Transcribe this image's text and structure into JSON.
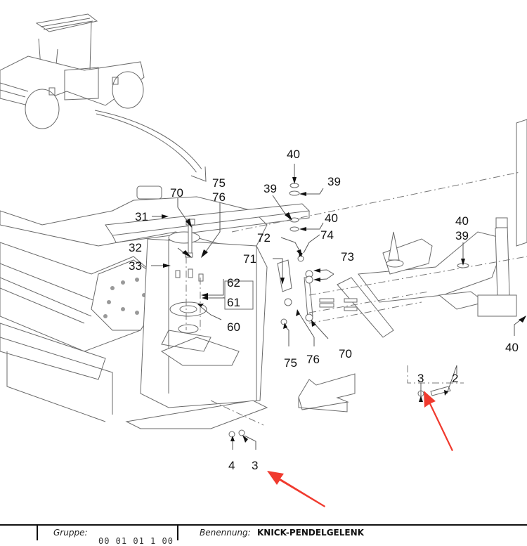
{
  "diagram": {
    "type": "exploded-parts-diagram",
    "subject": "KNICK-PENDELGELENK",
    "callouts": {
      "c40a": "40",
      "c39a": "39",
      "c39b": "39",
      "c40b": "40",
      "c75a": "75",
      "c76a": "76",
      "c70a": "70",
      "c31": "31",
      "c32": "32",
      "c33": "33",
      "c72": "72",
      "c74": "74",
      "c71": "71",
      "c73": "73",
      "c62": "62",
      "c61": "61",
      "c60": "60",
      "c75b": "75",
      "c76b": "76",
      "c70b": "70",
      "c40c": "40",
      "c39c": "39",
      "c40d": "40",
      "c3a": "3",
      "c2": "2",
      "c4": "4",
      "c3b": "3"
    },
    "highlight_color": "#f03a2e",
    "highlighted_parts": [
      "3",
      "3"
    ]
  },
  "title_block": {
    "group_label": "Gruppe:",
    "group_value_partial": "00 01 01 1 00",
    "name_label": "Benennung:",
    "name_value": "KNICK-PENDELGELENK"
  }
}
